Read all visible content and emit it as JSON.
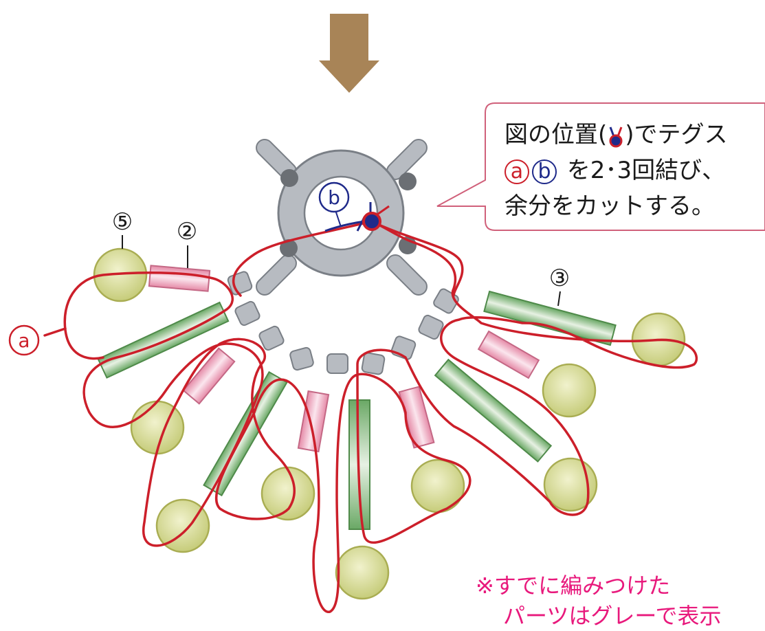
{
  "callout": {
    "line1_prefix": "図の位置(",
    "line1_suffix": ")でテグス",
    "line2_a": "a",
    "line2_b": "b",
    "line2_rest": "を2･3回結び、",
    "line3": "余分をカットする。"
  },
  "labels": {
    "part_5": "⑤",
    "part_2": "②",
    "part_3": "③",
    "thread_a": "a",
    "thread_b": "b"
  },
  "note": {
    "line1": "※すでに編みつけた",
    "line2": "パーツはグレーで表示"
  },
  "colors": {
    "thread_red": "#cc1f2a",
    "thread_blue": "#1f2a8a",
    "arrow": "#a88457",
    "ring_gray": "#b7bbc1",
    "bead_green": "#c6cc7a",
    "tube_green": "#5f9e5a",
    "tube_pink": "#e79ab2",
    "note_pink": "#e8197c"
  }
}
